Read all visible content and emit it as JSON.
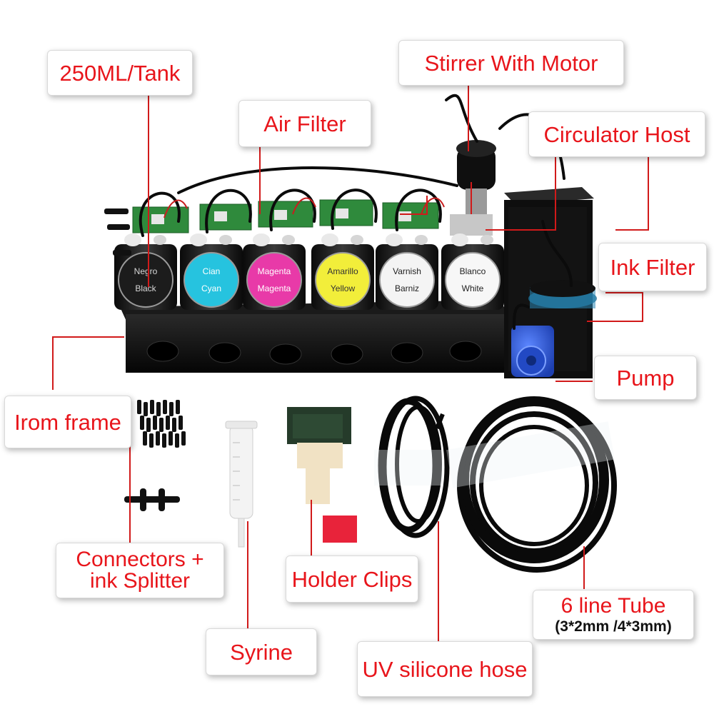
{
  "labels": {
    "tank": "250ML/Tank",
    "air_filter": "Air Filter",
    "stirrer": "Stirrer With Motor",
    "circulator": "Circulator Host",
    "ink_filter": "Ink Filter",
    "pump": "Pump",
    "iron_frame": "Irom frame",
    "connectors_line1": "Connectors +",
    "connectors_line2": "ink Splitter",
    "holder_clips": "Holder Clips",
    "syringe": "Syrine",
    "uv_hose": "UV silicone hose",
    "tube_title": "6 line Tube",
    "tube_sub": "(3*2mm /4*3mm)"
  },
  "tanks": [
    {
      "top": "Negro",
      "bottom": "Black",
      "fill": "#1c1c1c",
      "text": "#d8d8d8"
    },
    {
      "top": "Cian",
      "bottom": "Cyan",
      "fill": "#26c3df",
      "text": "#ffffff"
    },
    {
      "top": "Magenta",
      "bottom": "Magenta",
      "fill": "#e83aa8",
      "text": "#ffffff"
    },
    {
      "top": "Amarillo",
      "bottom": "Yellow",
      "fill": "#f2ee3a",
      "text": "#333333"
    },
    {
      "top": "Varnish",
      "bottom": "Barniz",
      "fill": "#f4f4f4",
      "text": "#222222"
    },
    {
      "top": "Blanco",
      "bottom": "White",
      "fill": "#f7f7f7",
      "text": "#222222"
    }
  ],
  "colors": {
    "label_text": "#e8151b",
    "leader_line": "#d11a1a",
    "frame": "#0d0d0d",
    "pcb": "#2f8a3c",
    "pump_blue": "#2b57d9"
  }
}
